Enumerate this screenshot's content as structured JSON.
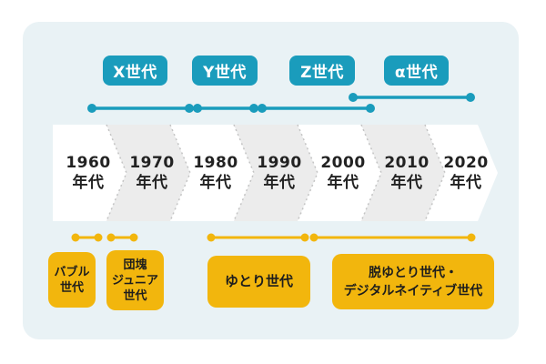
{
  "colors": {
    "teal": "#1A9CBC",
    "yellow": "#F2B60D",
    "panel-bg": "#E9F2F5",
    "chevron-white": "#FFFFFF",
    "chevron-gray": "#ECECEC",
    "text-dark": "#222222",
    "dotted": "#C4C4C4"
  },
  "top_generations": {
    "badges": [
      {
        "label": "X世代"
      },
      {
        "label": "Y世代"
      },
      {
        "label": "Z世代"
      },
      {
        "label": "α世代"
      }
    ]
  },
  "decades": [
    {
      "year": "1960",
      "suffix": "年代"
    },
    {
      "year": "1970",
      "suffix": "年代"
    },
    {
      "year": "1980",
      "suffix": "年代"
    },
    {
      "year": "1990",
      "suffix": "年代"
    },
    {
      "year": "2000",
      "suffix": "年代"
    },
    {
      "year": "2010",
      "suffix": "年代"
    },
    {
      "year": "2020",
      "suffix": "年代"
    }
  ],
  "bottom_generations": [
    {
      "lines": [
        "バブル",
        "世代"
      ]
    },
    {
      "lines": [
        "団塊",
        "ジュニア",
        "世代"
      ]
    },
    {
      "lines": [
        "ゆとり世代"
      ]
    },
    {
      "lines": [
        "脱ゆとり世代・",
        "デジタルネイティブ世代"
      ]
    }
  ]
}
